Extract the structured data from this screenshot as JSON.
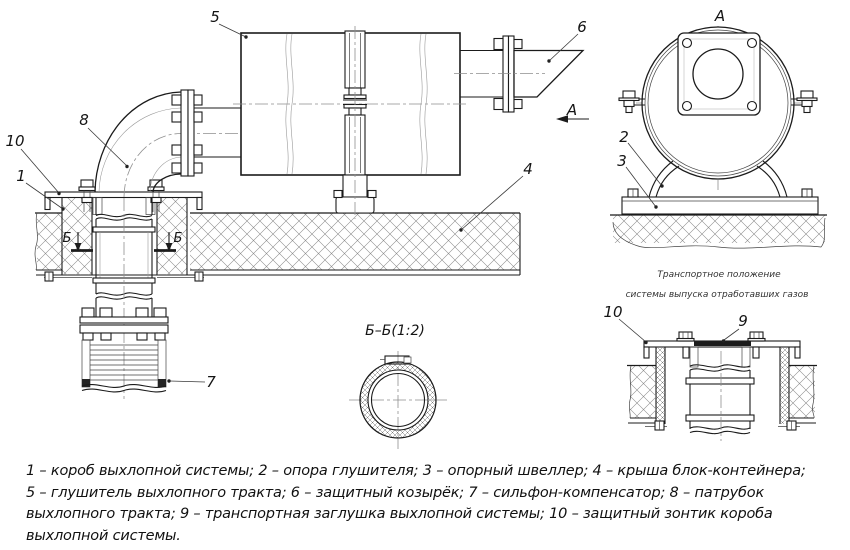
{
  "colors": {
    "line": "#1b1b1b",
    "background": "#ffffff",
    "hatch": "#8a8a8a",
    "centerline": "#8f8f8f"
  },
  "callouts": {
    "n1": "1",
    "n2": "2",
    "n3": "3",
    "n4": "4",
    "n5": "5",
    "n6": "6",
    "n7": "7",
    "n8": "8",
    "n9": "9",
    "n10": "10"
  },
  "labels": {
    "view_a_title": "А",
    "view_direction": "А",
    "section_cut": "Б",
    "section_title": "Б–Б(1:2)",
    "transport_caption_1": "Транспортное положение",
    "transport_caption_2": "системы выпуска отработавших газов"
  },
  "legend": {
    "lines": [
      "1 – короб выхлопной системы; 2 – опора глушителя; 3 – опорный швеллер; 4 – крыша блок-контейнера;",
      "5 – глушитель выхлопного тракта; 6 – защитный козырёк; 7 – сильфон-компенсатор; 8 – патрубок",
      "выхлопного тракта; 9 – транспортная заглушка выхлопной системы; 10 – защитный зонтик короба",
      "выхлопной системы."
    ]
  }
}
